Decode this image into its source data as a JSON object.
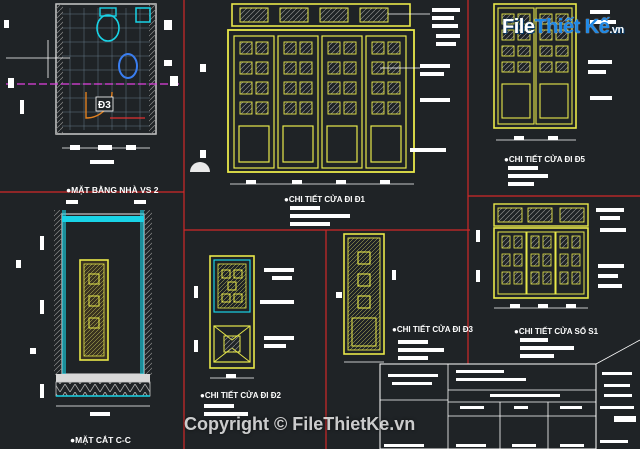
{
  "logo": {
    "file": "File",
    "thiet_ke": "Thiết Kế",
    "domain": ".vn"
  },
  "watermark": "Copyright © FileThietKe.vn",
  "labels": {
    "mat_bang": "●MẶT BẰNG NHÀ VS 2",
    "mat_cat": "●MẶT CẮT C-C",
    "cua_d1": "●CHI TIẾT CỬA ĐI Đ1",
    "cua_d5": "●CHI TIẾT CỬA ĐI Đ5",
    "cua_d2": "●CHI TIẾT CỬA ĐI Đ2",
    "cua_d3": "●CHI TIẾT CỬA ĐI Đ3",
    "cua_s1": "●CHI TIẾT CỬA SỔ S1",
    "d3_tag": "Đ3"
  },
  "colors": {
    "background": "#1f2326",
    "frame": "#e03030",
    "door": "#e8e84a",
    "cyan": "#19d3e6",
    "magenta": "#e040e0"
  }
}
